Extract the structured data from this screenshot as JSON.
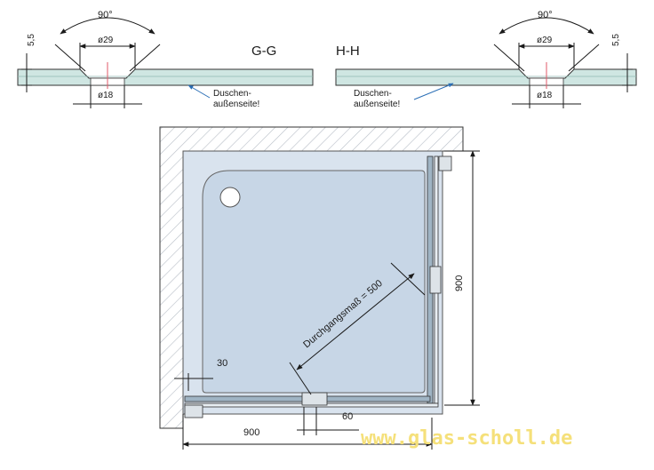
{
  "colors": {
    "glass": "#cfe6e2",
    "tray": "#c7d6e6",
    "wall": "#9aa4ae",
    "watermark": "#f5e07a",
    "arrow_blue": "#2b6fb6"
  },
  "section_gg": {
    "label": "G-G",
    "angle": "90°",
    "outer_diameter": "ø29",
    "inner_diameter": "ø18",
    "thickness": "5,5",
    "side_note_line1": "Duschen-",
    "side_note_line2": "außenseite!"
  },
  "section_hh": {
    "label": "H-H",
    "angle": "90°",
    "outer_diameter": "ø29",
    "inner_diameter": "ø18",
    "thickness": "5,5",
    "side_note_line1": "Duschen-",
    "side_note_line2": "außenseite!"
  },
  "plan": {
    "diagonal_label": "Durchgangsmaß = 500",
    "width_label": "900",
    "depth_label": "900",
    "offset_label": "30",
    "gap_label": "60"
  },
  "watermark": "www.glas-scholl.de"
}
